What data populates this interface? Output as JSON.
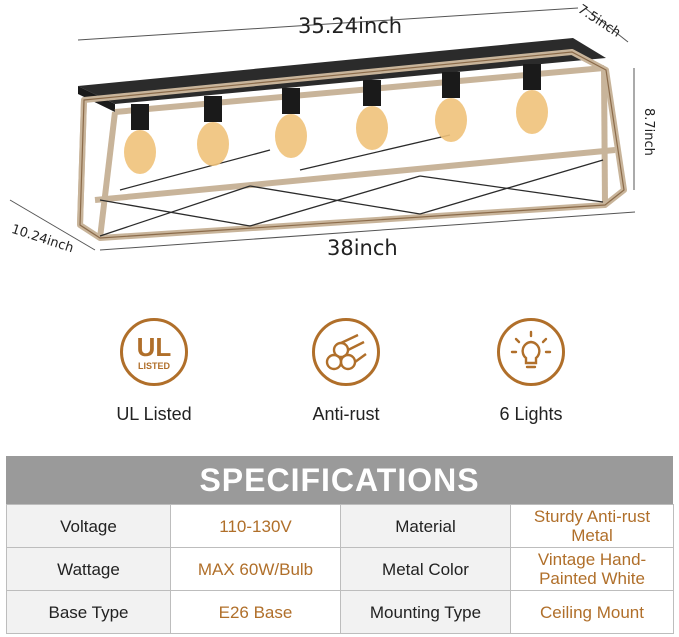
{
  "dimensions": {
    "top_width": "35.24inch",
    "top_depth": "7.5inch",
    "height": "8.7inch",
    "bottom_depth": "10.24inch",
    "bottom_width": "38inch"
  },
  "features": [
    {
      "label": "UL Listed",
      "icon": "ul-listed-icon",
      "badge_main": "UL",
      "badge_sub": "LISTED"
    },
    {
      "label": "Anti-rust",
      "icon": "metal-rods-icon"
    },
    {
      "label": "6 Lights",
      "icon": "light-bulb-icon"
    }
  ],
  "specs": {
    "title": "SPECIFICATIONS",
    "rows": [
      {
        "k1": "Voltage",
        "v1": "110-130V",
        "k2": "Material",
        "v2": "Sturdy Anti-rust Metal"
      },
      {
        "k1": "Wattage",
        "v1": "MAX 60W/Bulb",
        "k2": "Metal Color",
        "v2": "Vintage Hand-Painted White"
      },
      {
        "k1": "Base Type",
        "v1": "E26 Base",
        "k2": "Mounting Type",
        "v2": "Ceiling Mount"
      }
    ]
  },
  "colors": {
    "accent": "#b06f2a",
    "header": "#9a9a9a",
    "key_bg": "#f2f2f2"
  }
}
